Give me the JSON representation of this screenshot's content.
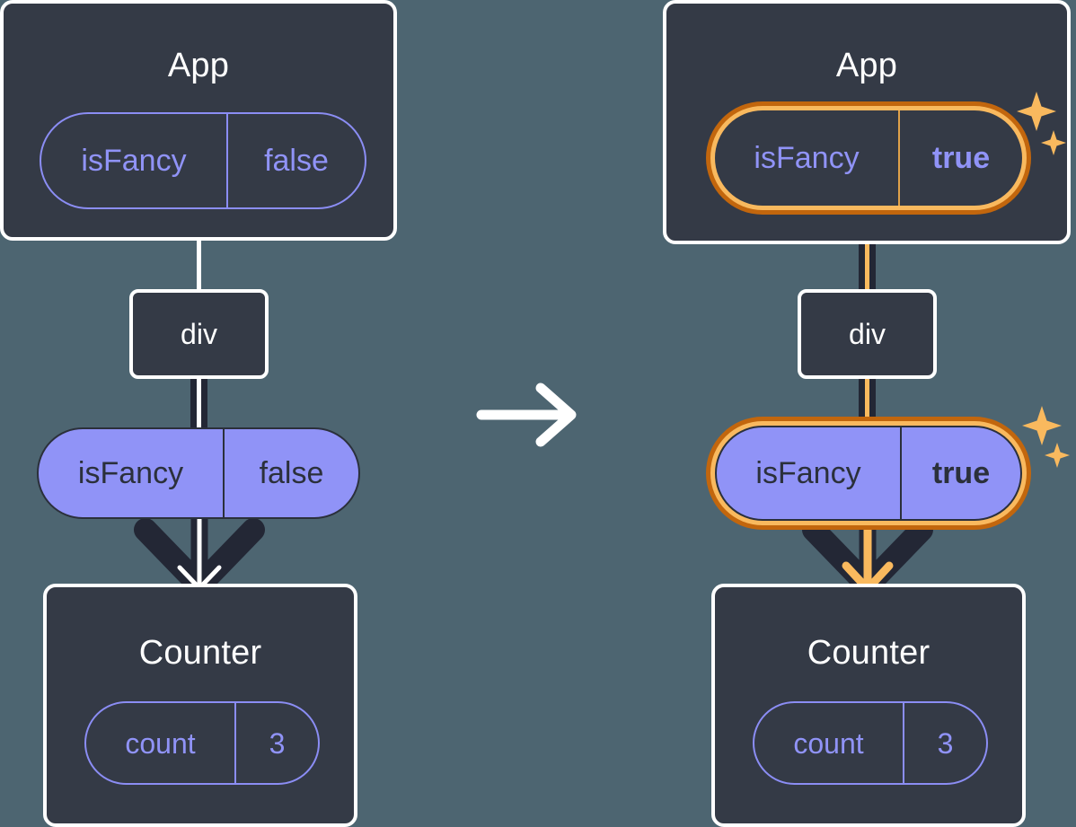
{
  "diagram": {
    "type": "react-state-propagation",
    "background_color": "#4d6571",
    "accent_color": "#f9b95e",
    "accent_dark_color": "#c2660d",
    "purple_color": "#9093f7",
    "box_color": "#343a46",
    "transition_arrow_icon": "right-arrow-icon",
    "panels": [
      {
        "id": "before",
        "app": {
          "title": "App",
          "pill": {
            "key": "isFancy",
            "value": "false",
            "highlighted": false
          }
        },
        "element": {
          "label": "div"
        },
        "props_pill": {
          "key": "isFancy",
          "value": "false",
          "highlighted": false
        },
        "child": {
          "title": "Counter",
          "pill": {
            "key": "count",
            "value": "3",
            "highlighted": false
          }
        }
      },
      {
        "id": "after",
        "app": {
          "title": "App",
          "pill": {
            "key": "isFancy",
            "value": "true",
            "highlighted": true
          }
        },
        "element": {
          "label": "div"
        },
        "props_pill": {
          "key": "isFancy",
          "value": "true",
          "highlighted": true
        },
        "child": {
          "title": "Counter",
          "pill": {
            "key": "count",
            "value": "3",
            "highlighted": false
          }
        }
      }
    ],
    "sparkle_icons": [
      "sparkle-large-icon",
      "sparkle-small-icon"
    ]
  }
}
